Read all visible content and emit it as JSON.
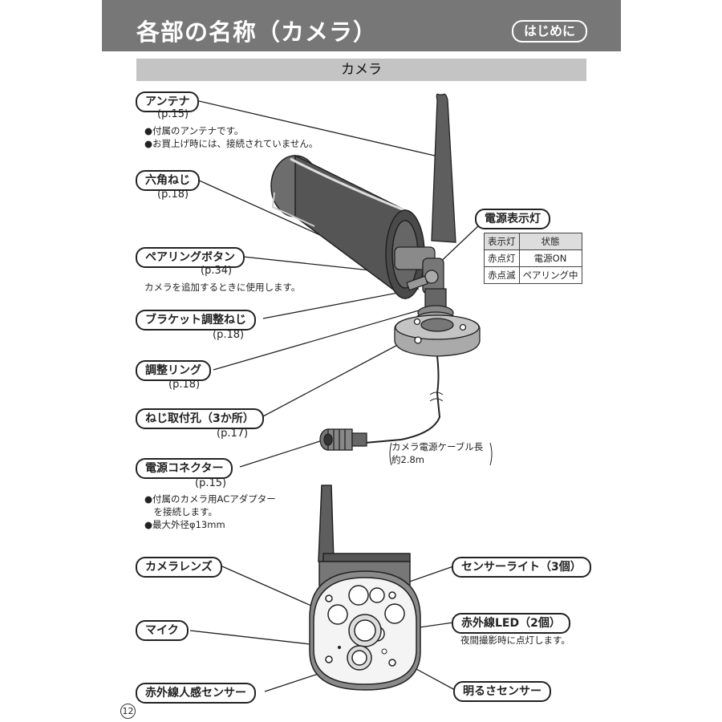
{
  "header": {
    "title": "各部の名称（カメラ）",
    "badge": "はじめに"
  },
  "section": {
    "title": "カメラ"
  },
  "parts": {
    "antenna": {
      "label": "アンテナ",
      "ref": "(p.15)",
      "notes": [
        "●付属のアンテナです。",
        "●お買上げ時には、接続されていません。"
      ]
    },
    "hex_screw": {
      "label": "六角ねじ",
      "ref": "(p.18)"
    },
    "pairing_button": {
      "label": "ペアリングボタン",
      "ref": "(p.34)",
      "note": "カメラを追加するときに使用します。"
    },
    "bracket_screw": {
      "label": "ブラケット調整ねじ",
      "ref": "(p.18)"
    },
    "adjust_ring": {
      "label": "調整リング",
      "ref": "(p.18)"
    },
    "screw_holes": {
      "label": "ねじ取付孔（3か所）",
      "ref": "(p.17)"
    },
    "power_connector": {
      "label": "電源コネクター",
      "ref": "(p.15)",
      "notes": [
        "●付属のカメラ用ACアダプター",
        "　を接続します。",
        "●最大外径φ13mm"
      ]
    },
    "power_led": {
      "label": "電源表示灯"
    },
    "camera_lens": {
      "label": "カメラレンズ"
    },
    "mic": {
      "label": "マイク"
    },
    "pir_sensor": {
      "label": "赤外線人感センサー"
    },
    "sensor_light": {
      "label": "センサーライト（3個）"
    },
    "ir_led": {
      "label": "赤外線LED（2個）",
      "note": "夜間撮影時に点灯します。"
    },
    "brightness_sensor": {
      "label": "明るさセンサー"
    }
  },
  "led_table": {
    "headers": [
      "表示灯",
      "状態"
    ],
    "rows": [
      [
        "赤点灯",
        "電源ON"
      ],
      [
        "赤点滅",
        "ペアリング中"
      ]
    ]
  },
  "cable": {
    "lines": [
      "カメラ電源ケーブル長",
      "約2.8m"
    ]
  },
  "page_number": "12"
}
